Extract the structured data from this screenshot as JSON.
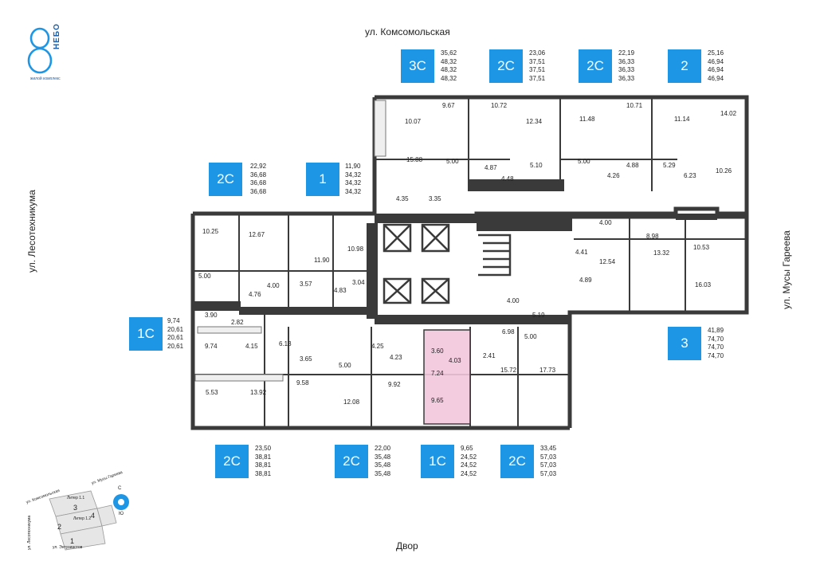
{
  "logo": {
    "symbol": "8",
    "name": "НЕБО",
    "subtitle": "жилой комплекс"
  },
  "streets": {
    "top": "ул. Комсомольская",
    "left": "ул. Лесотехникума",
    "right": "ул. Мусы Гареева",
    "bottom": "Двор"
  },
  "units": [
    {
      "type": "3С",
      "areas": [
        "35,62",
        "48,32",
        "48,32",
        "48,32"
      ]
    },
    {
      "type": "2С",
      "areas": [
        "23,06",
        "37,51",
        "37,51",
        "37,51"
      ]
    },
    {
      "type": "2С",
      "areas": [
        "22,19",
        "36,33",
        "36,33",
        "36,33"
      ]
    },
    {
      "type": "2",
      "areas": [
        "25,16",
        "46,94",
        "46,94",
        "46,94"
      ]
    },
    {
      "type": "2С",
      "areas": [
        "22,92",
        "36,68",
        "36,68",
        "36,68"
      ]
    },
    {
      "type": "1",
      "areas": [
        "11,90",
        "34,32",
        "34,32",
        "34,32"
      ]
    },
    {
      "type": "1С",
      "areas": [
        "9,74",
        "20,61",
        "20,61",
        "20,61"
      ]
    },
    {
      "type": "3",
      "areas": [
        "41,89",
        "74,70",
        "74,70",
        "74,70"
      ]
    },
    {
      "type": "2С",
      "areas": [
        "23,50",
        "38,81",
        "38,81",
        "38,81"
      ]
    },
    {
      "type": "2С",
      "areas": [
        "22,00",
        "35,48",
        "35,48",
        "35,48"
      ]
    },
    {
      "type": "1С",
      "areas": [
        "9,65",
        "24,52",
        "24,52",
        "24,52"
      ]
    },
    {
      "type": "2С",
      "areas": [
        "33,45",
        "57,03",
        "57,03",
        "57,03"
      ]
    }
  ],
  "rooms": [
    "10.07",
    "9.67",
    "10.72",
    "12.34",
    "11.48",
    "10.71",
    "11.14",
    "14.02",
    "15.88",
    "5.00",
    "4.87",
    "4.48",
    "5.10",
    "5.00",
    "4.26",
    "4.88",
    "5.29",
    "6.23",
    "10.26",
    "4.35",
    "3.35",
    "10.25",
    "12.67",
    "11.90",
    "10.98",
    "5.00",
    "4.00",
    "3.57",
    "3.04",
    "4.76",
    "4.83",
    "4.00",
    "8.98",
    "10.53",
    "4.41",
    "12.54",
    "13.32",
    "4.89",
    "16.03",
    "3.90",
    "2.82",
    "9.74",
    "4.15",
    "6.13",
    "3.65",
    "5.00",
    "4.25",
    "4.23",
    "3.60",
    "4.03",
    "7.24",
    "9.65",
    "2.41",
    "6.98",
    "4.00",
    "5.19",
    "5.00",
    "5.53",
    "13.92",
    "9.58",
    "12.08",
    "9.92",
    "15.72",
    "17.73"
  ],
  "minimap": {
    "labels": [
      "ул. Комсомольская",
      "ул. Мусы Гареева",
      "ул. Лесотехникума",
      "ул. Энтузиастов",
      "Литер 1.1",
      "Литер 1.2",
      "1",
      "2",
      "3",
      "4",
      "С",
      "Ю"
    ]
  },
  "colors": {
    "accent": "#1e96e6",
    "wall": "#3a3a3a",
    "highlight": "#f3c6dd"
  }
}
